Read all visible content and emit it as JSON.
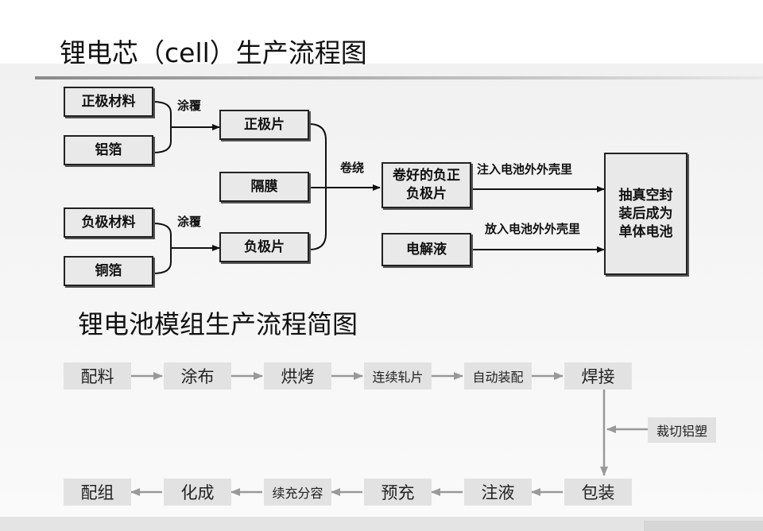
{
  "title_cell": "锂电芯（cell）生产流程图",
  "cell_flow": {
    "positive_material": "正极材料",
    "aluminum_foil": "铝箔",
    "coating_top": "涂覆",
    "positive_plate": "正极片",
    "separator": "隔膜",
    "negative_material": "负极材料",
    "coating_bottom": "涂覆",
    "copper_foil": "铜箔",
    "negative_plate": "负极片",
    "winding": "卷绕",
    "wound_electrodes": "卷好的负正负极片",
    "inject_case_label": "注入电池外外壳里",
    "electrolyte": "电解液",
    "put_case_label": "放入电池外外壳里",
    "final_cell": "抽真空封装后成为单体电池"
  },
  "title_module": "锂电池模组生产流程简图",
  "module_flow": {
    "top_row": [
      "配料",
      "涂布",
      "烘烤",
      "连续轧片",
      "自动装配",
      "焊接"
    ],
    "side_step": "裁切铝塑",
    "bottom_row": [
      "配组",
      "化成",
      "续充分容",
      "预充",
      "注液",
      "包装"
    ]
  }
}
